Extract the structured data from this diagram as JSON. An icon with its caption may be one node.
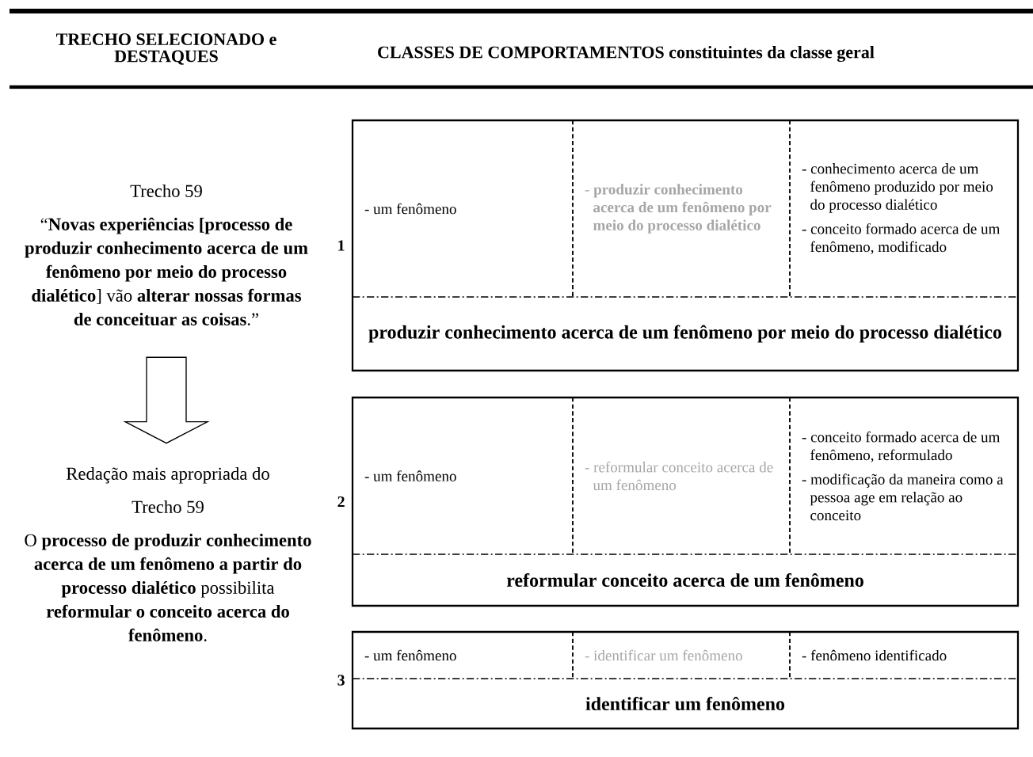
{
  "diagram": {
    "nodes": [
      {
        "text": [
          "Trecho 59",
          "“**Novas experiências [processo de produzir conhecimento acerca de um fenômeno por meio do processo dialético**] vão **alterar nossas formas de conceituar as coisas**.”"
        ]
      },
      {
        "text": [
          "Redação mais apropriada do",
          "Trecho 59",
          "O **processo de produzir conhecimento acerca de um fenômeno a partir do processo dialético** possibilita **reformular o conceito acerca do fenômeno**."
        ]
      },
      {
        "text": [],
        "shape": "box",
        "beside": [
          "1"
        ]
      },
      {
        "text": [
          "- um fenômeno"
        ],
        "in": 2
      },
      {
        "text": [
          "- **produzir conhecimento acerca de um fenômeno por meio do processo dialético**"
        ],
        "in": 2
      },
      {
        "text": [
          "- conhecimento acerca de um fenômeno produzido por meio do processo dialético",
          "- conceito formado acerca de um fenômeno, modificado"
        ],
        "in": 2
      },
      {
        "text": [
          "produzir conhecimento acerca de um fenômeno por meio do processo dialético"
        ],
        "in": 2
      },
      {
        "text": [],
        "shape": "box",
        "beside": [
          "2"
        ]
      },
      {
        "text": [
          "- um fenômeno"
        ],
        "in": 7
      },
      {
        "text": [
          "- reformular conceito acerca de um fenômeno"
        ],
        "in": 7
      },
      {
        "text": [
          "- conceito formado acerca de um fenômeno, reformulado",
          "- modificação da maneira como a pessoa age em relação ao conceito"
        ],
        "in": 7
      },
      {
        "text": [
          "reformular conceito acerca de um fenômeno"
        ],
        "in": 7
      },
      {
        "text": [],
        "shape": "box",
        "beside": [
          "3"
        ]
      },
      {
        "text": [
          "- um fenômeno"
        ],
        "in": 12
      },
      {
        "text": [
          "- identificar um fenômeno"
        ],
        "in": 12
      },
      {
        "text": [
          "- fenômeno identificado"
        ],
        "in": 12
      },
      {
        "text": [
          "identificar um fenômeno"
        ],
        "in": 12
      }
    ],
    "edges": [
      {
        "from": 0,
        "to": 1,
        "arrow": "to"
      }
    ],
    "labels": [
      "TRECHO SELECIONADO e DESTAQUES",
      "CLASSES DE COMPORTAMENTOS constituintes da classe geral"
    ]
  }
}
